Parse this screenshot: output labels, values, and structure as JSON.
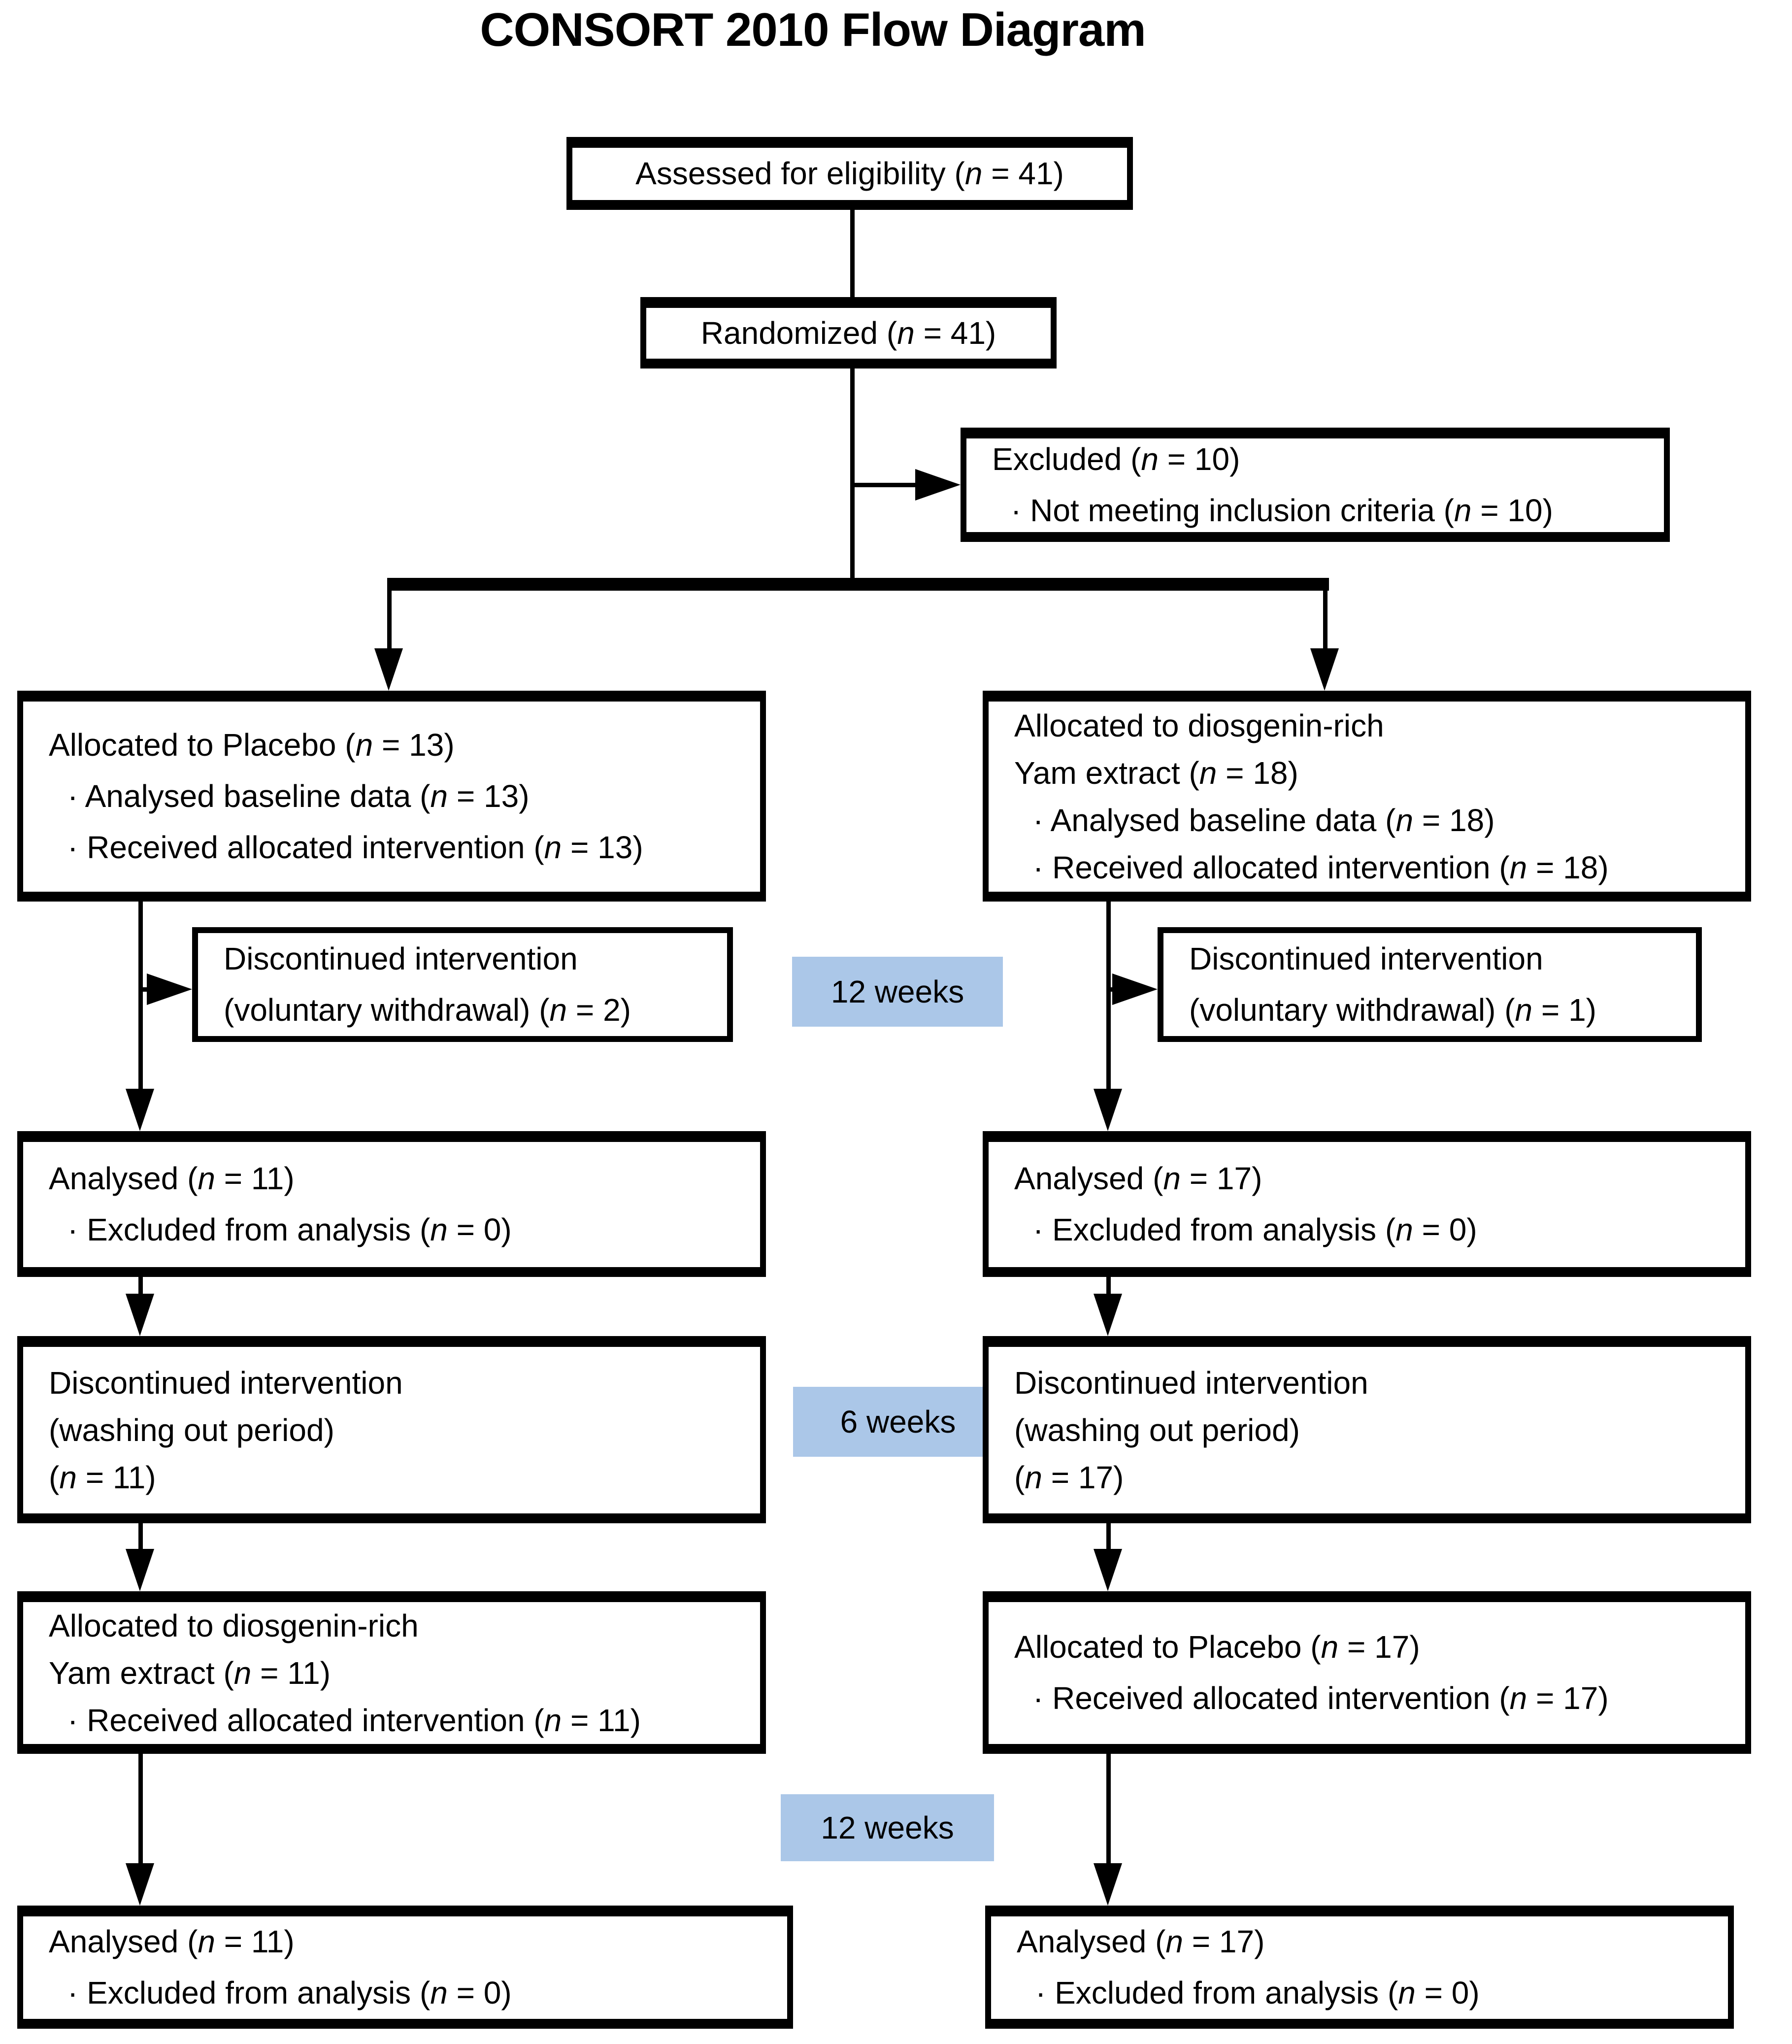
{
  "title": "CONSORT 2010 Flow Diagram",
  "colors": {
    "box_border": "#000000",
    "period_label_bg": "#abc7e8",
    "background": "#ffffff",
    "text": "#000000"
  },
  "period_labels": {
    "week12_top": "12 weeks",
    "week6": "6 weeks",
    "week12_bottom": "12 weeks"
  },
  "boxes": {
    "assessed": {
      "lines": [
        "Assessed for eligibility (n = 41)"
      ]
    },
    "randomized": {
      "lines": [
        "Randomized (n = 41)"
      ]
    },
    "excluded": {
      "lines": [
        "Excluded (n = 10)",
        "· Not meeting inclusion criteria (n = 10)"
      ]
    },
    "alloc_placebo_1": {
      "lines": [
        "Allocated to Placebo (n = 13)",
        "· Analysed baseline data (n = 13)",
        "· Received allocated intervention (n = 13)"
      ]
    },
    "alloc_yam_1": {
      "lines": [
        "Allocated to diosgenin-rich",
        "Yam extract (n = 18)",
        "· Analysed baseline data (n = 18)",
        "· Received allocated intervention (n = 18)"
      ]
    },
    "disc_left": {
      "lines": [
        "Discontinued intervention",
        "(voluntary withdrawal) (n = 2)"
      ]
    },
    "disc_right": {
      "lines": [
        "Discontinued intervention",
        "(voluntary withdrawal) (n = 1)"
      ]
    },
    "analysed_left_1": {
      "lines": [
        "Analysed (n = 11)",
        "· Excluded from analysis (n = 0)"
      ]
    },
    "analysed_right_1": {
      "lines": [
        "Analysed (n = 17)",
        "· Excluded from analysis (n = 0)"
      ]
    },
    "washout_left": {
      "lines": [
        "Discontinued intervention",
        "(washing out period)",
        "(n = 11)"
      ]
    },
    "washout_right": {
      "lines": [
        "Discontinued intervention",
        "(washing out period)",
        "(n = 17)"
      ]
    },
    "alloc_yam_2": {
      "lines": [
        "Allocated to diosgenin-rich",
        "Yam extract (n = 11)",
        "· Received allocated intervention (n = 11)"
      ]
    },
    "alloc_placebo_2": {
      "lines": [
        "Allocated to Placebo (n = 17)",
        "· Received allocated intervention (n = 17)"
      ]
    },
    "analysed_left_2": {
      "lines": [
        "Analysed (n = 11)",
        "· Excluded from analysis (n = 0)"
      ]
    },
    "analysed_right_2": {
      "lines": [
        "Analysed (n = 17)",
        "· Excluded from analysis (n = 0)"
      ]
    }
  }
}
